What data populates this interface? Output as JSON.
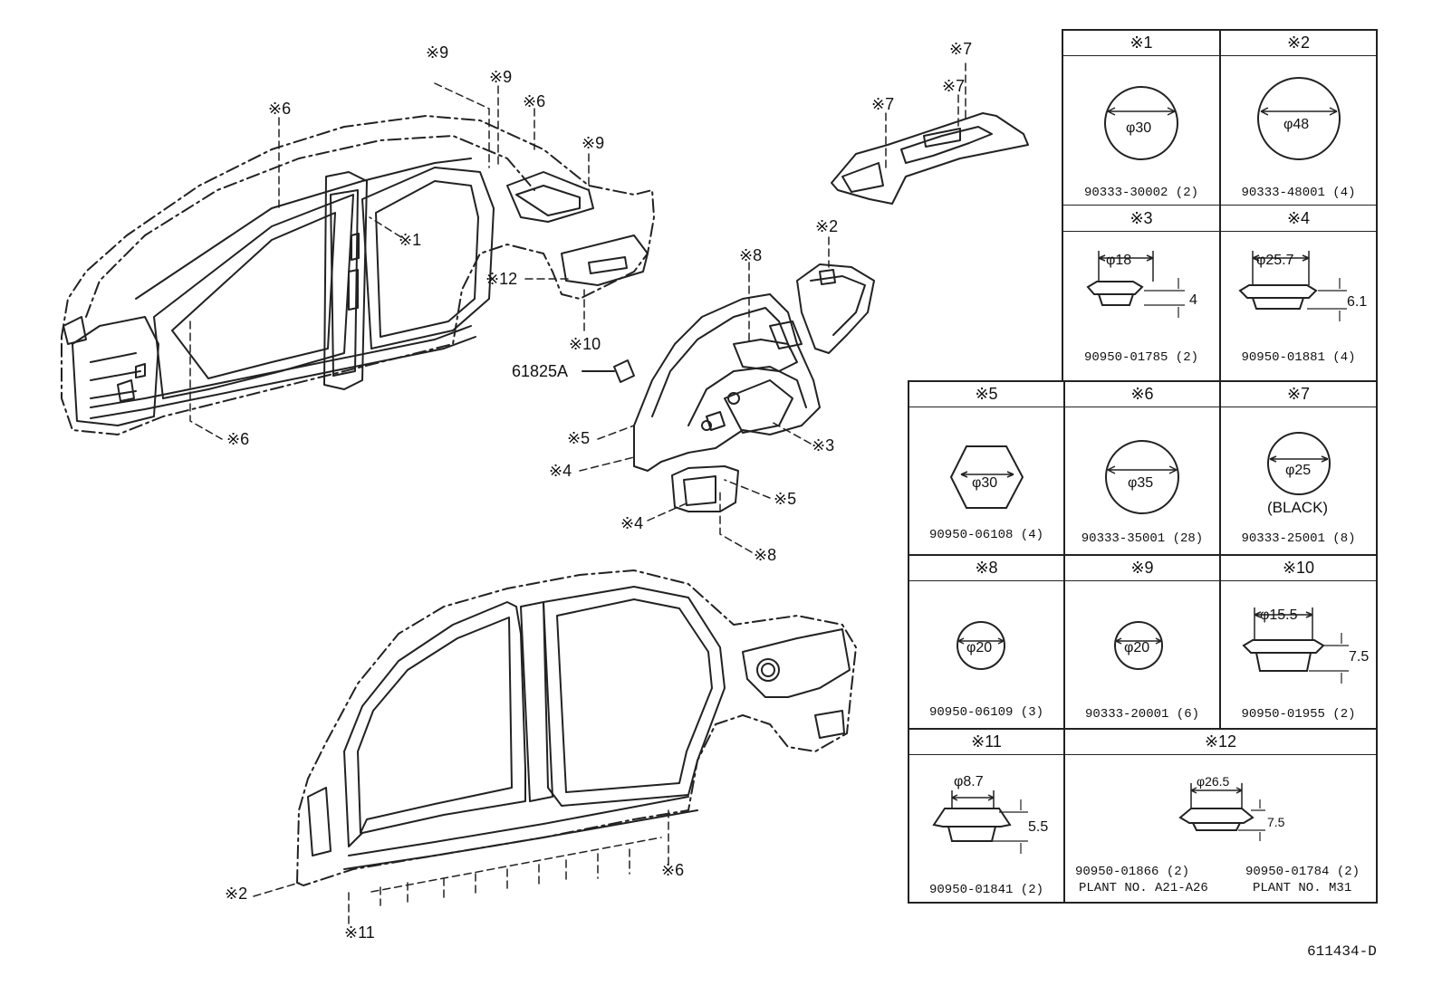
{
  "figure_id": "611434-D",
  "callouts": {
    "c1": "※1",
    "c2a": "※2",
    "c2b": "※2",
    "c3": "※3",
    "c4a": "※4",
    "c4b": "※4",
    "c5a": "※5",
    "c5b": "※5",
    "c6a": "※6",
    "c6b": "※6",
    "c6c": "※6",
    "c6d": "※6",
    "c7a": "※7",
    "c7b": "※7",
    "c7c": "※7",
    "c8a": "※8",
    "c8b": "※8",
    "c9a": "※9",
    "c9b": "※9",
    "c9c": "※9",
    "c10": "※10",
    "c11": "※11",
    "c12": "※12"
  },
  "part_61825A": "61825A",
  "plugs": [
    {
      "id": "p1",
      "header": "※1",
      "diameter": "φ30",
      "part_no": "90333-30002 (2)"
    },
    {
      "id": "p2",
      "header": "※2",
      "diameter": "φ48",
      "part_no": "90333-48001 (4)"
    },
    {
      "id": "p3",
      "header": "※3",
      "diameter": "φ18",
      "height": "4",
      "part_no": "90950-01785 (2)"
    },
    {
      "id": "p4",
      "header": "※4",
      "diameter": "φ25.7",
      "height": "6.1",
      "part_no": "90950-01881 (4)"
    },
    {
      "id": "p5",
      "header": "※5",
      "diameter": "φ30",
      "part_no": "90950-06108 (4)"
    },
    {
      "id": "p6",
      "header": "※6",
      "diameter": "φ35",
      "part_no": "90333-35001 (28)"
    },
    {
      "id": "p7",
      "header": "※7",
      "diameter": "φ25",
      "note": "(BLACK)",
      "part_no": "90333-25001 (8)"
    },
    {
      "id": "p8",
      "header": "※8",
      "diameter": "φ20",
      "part_no": "90950-06109 (3)"
    },
    {
      "id": "p9",
      "header": "※9",
      "diameter": "φ20",
      "part_no": "90333-20001 (6)"
    },
    {
      "id": "p10",
      "header": "※10",
      "diameter": "φ15.5",
      "height": "7.5",
      "part_no": "90950-01955 (2)"
    },
    {
      "id": "p11",
      "header": "※11",
      "diameter": "φ8.7",
      "height": "5.5",
      "part_no": "90950-01841 (2)"
    },
    {
      "id": "p12",
      "header": "※12",
      "diameter": "φ26.5",
      "height": "7.5",
      "part_no_a": "90950-01866 (2)",
      "plant_a": "PLANT  NO. A21-A26",
      "part_no_b": "90950-01784 (2)",
      "plant_b": "PLANT  NO. M31"
    }
  ]
}
